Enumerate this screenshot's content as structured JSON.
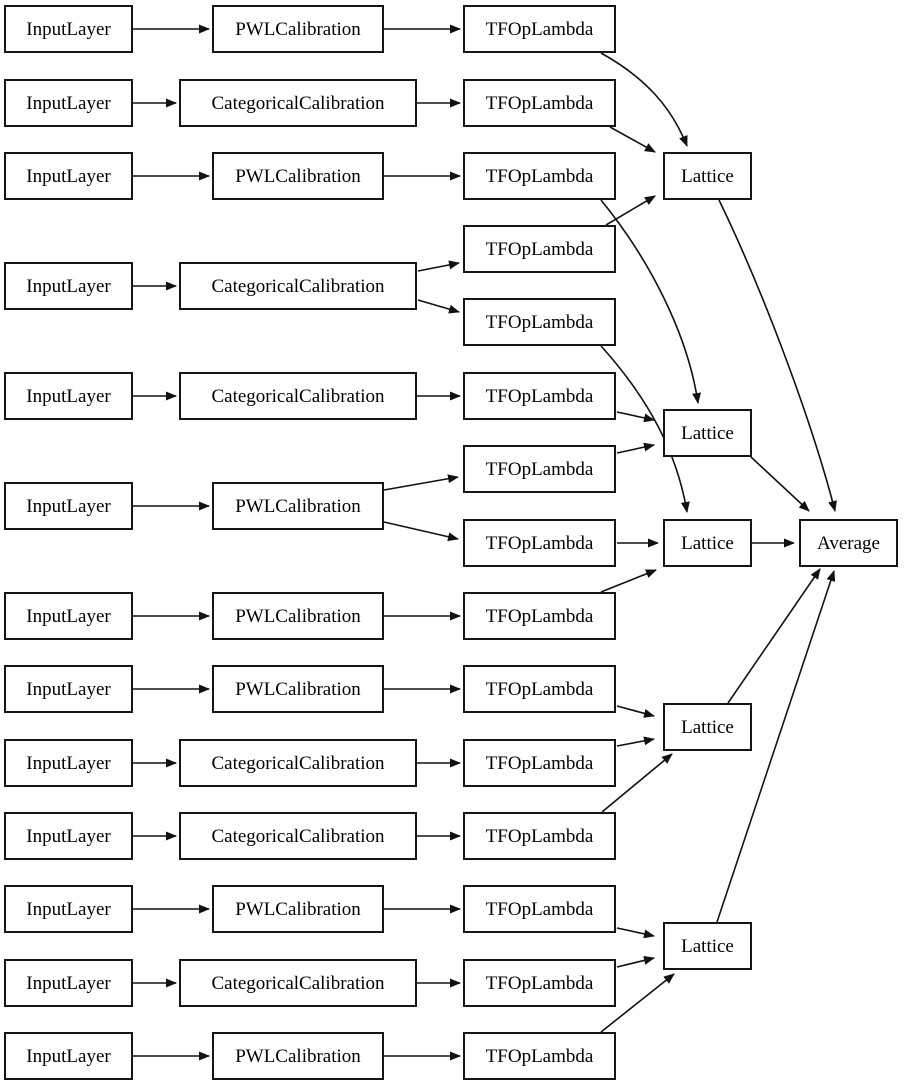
{
  "diagram": {
    "type": "keras-model-graph",
    "colors": {
      "background": "#ffffff",
      "node_fill": "#ffffff",
      "node_border": "#161616",
      "edge": "#111111",
      "text": "#000000"
    },
    "node_types": [
      "InputLayer",
      "PWLCalibration",
      "CategoricalCalibration",
      "TFOpLambda",
      "Lattice",
      "Average"
    ],
    "nodes": [
      {
        "id": "in1",
        "label": "InputLayer"
      },
      {
        "id": "in2",
        "label": "InputLayer"
      },
      {
        "id": "in3",
        "label": "InputLayer"
      },
      {
        "id": "in4",
        "label": "InputLayer"
      },
      {
        "id": "in5",
        "label": "InputLayer"
      },
      {
        "id": "in6",
        "label": "InputLayer"
      },
      {
        "id": "in7",
        "label": "InputLayer"
      },
      {
        "id": "in8",
        "label": "InputLayer"
      },
      {
        "id": "in9",
        "label": "InputLayer"
      },
      {
        "id": "in10",
        "label": "InputLayer"
      },
      {
        "id": "in11",
        "label": "InputLayer"
      },
      {
        "id": "in12",
        "label": "InputLayer"
      },
      {
        "id": "in13",
        "label": "InputLayer"
      },
      {
        "id": "cal1",
        "label": "PWLCalibration"
      },
      {
        "id": "cal2",
        "label": "CategoricalCalibration"
      },
      {
        "id": "cal3",
        "label": "PWLCalibration"
      },
      {
        "id": "cal4",
        "label": "CategoricalCalibration"
      },
      {
        "id": "cal5",
        "label": "CategoricalCalibration"
      },
      {
        "id": "cal6",
        "label": "PWLCalibration"
      },
      {
        "id": "cal7",
        "label": "PWLCalibration"
      },
      {
        "id": "cal8",
        "label": "PWLCalibration"
      },
      {
        "id": "cal9",
        "label": "CategoricalCalibration"
      },
      {
        "id": "cal10",
        "label": "CategoricalCalibration"
      },
      {
        "id": "cal11",
        "label": "PWLCalibration"
      },
      {
        "id": "cal12",
        "label": "CategoricalCalibration"
      },
      {
        "id": "cal13",
        "label": "PWLCalibration"
      },
      {
        "id": "tf1",
        "label": "TFOpLambda"
      },
      {
        "id": "tf2",
        "label": "TFOpLambda"
      },
      {
        "id": "tf3",
        "label": "TFOpLambda"
      },
      {
        "id": "tf4",
        "label": "TFOpLambda"
      },
      {
        "id": "tf5",
        "label": "TFOpLambda"
      },
      {
        "id": "tf6",
        "label": "TFOpLambda"
      },
      {
        "id": "tf7",
        "label": "TFOpLambda"
      },
      {
        "id": "tf8",
        "label": "TFOpLambda"
      },
      {
        "id": "tf9",
        "label": "TFOpLambda"
      },
      {
        "id": "tf10",
        "label": "TFOpLambda"
      },
      {
        "id": "tf11",
        "label": "TFOpLambda"
      },
      {
        "id": "tf12",
        "label": "TFOpLambda"
      },
      {
        "id": "tf13",
        "label": "TFOpLambda"
      },
      {
        "id": "tf14",
        "label": "TFOpLambda"
      },
      {
        "id": "tf15",
        "label": "TFOpLambda"
      },
      {
        "id": "lat1",
        "label": "Lattice"
      },
      {
        "id": "lat2",
        "label": "Lattice"
      },
      {
        "id": "lat3",
        "label": "Lattice"
      },
      {
        "id": "lat4",
        "label": "Lattice"
      },
      {
        "id": "lat5",
        "label": "Lattice"
      },
      {
        "id": "avg",
        "label": "Average"
      }
    ],
    "edges": [
      {
        "from": "in1",
        "to": "cal1"
      },
      {
        "from": "in2",
        "to": "cal2"
      },
      {
        "from": "in3",
        "to": "cal3"
      },
      {
        "from": "in4",
        "to": "cal4"
      },
      {
        "from": "in5",
        "to": "cal5"
      },
      {
        "from": "in6",
        "to": "cal6"
      },
      {
        "from": "in7",
        "to": "cal7"
      },
      {
        "from": "in8",
        "to": "cal8"
      },
      {
        "from": "in9",
        "to": "cal9"
      },
      {
        "from": "in10",
        "to": "cal10"
      },
      {
        "from": "in11",
        "to": "cal11"
      },
      {
        "from": "in12",
        "to": "cal12"
      },
      {
        "from": "in13",
        "to": "cal13"
      },
      {
        "from": "cal1",
        "to": "tf1"
      },
      {
        "from": "cal2",
        "to": "tf2"
      },
      {
        "from": "cal3",
        "to": "tf3"
      },
      {
        "from": "cal4",
        "to": "tf4"
      },
      {
        "from": "cal4",
        "to": "tf5"
      },
      {
        "from": "cal5",
        "to": "tf6"
      },
      {
        "from": "cal6",
        "to": "tf7"
      },
      {
        "from": "cal6",
        "to": "tf8"
      },
      {
        "from": "cal7",
        "to": "tf9"
      },
      {
        "from": "cal8",
        "to": "tf10"
      },
      {
        "from": "cal9",
        "to": "tf11"
      },
      {
        "from": "cal10",
        "to": "tf12"
      },
      {
        "from": "cal11",
        "to": "tf13"
      },
      {
        "from": "cal12",
        "to": "tf14"
      },
      {
        "from": "cal13",
        "to": "tf15"
      },
      {
        "from": "tf1",
        "to": "lat1"
      },
      {
        "from": "tf2",
        "to": "lat1"
      },
      {
        "from": "tf4",
        "to": "lat1"
      },
      {
        "from": "tf3",
        "to": "lat2"
      },
      {
        "from": "tf6",
        "to": "lat2"
      },
      {
        "from": "tf7",
        "to": "lat2"
      },
      {
        "from": "tf5",
        "to": "lat3"
      },
      {
        "from": "tf8",
        "to": "lat3"
      },
      {
        "from": "tf9",
        "to": "lat3"
      },
      {
        "from": "tf10",
        "to": "lat4"
      },
      {
        "from": "tf11",
        "to": "lat4"
      },
      {
        "from": "tf12",
        "to": "lat4"
      },
      {
        "from": "tf13",
        "to": "lat5"
      },
      {
        "from": "tf14",
        "to": "lat5"
      },
      {
        "from": "tf15",
        "to": "lat5"
      },
      {
        "from": "lat1",
        "to": "avg"
      },
      {
        "from": "lat2",
        "to": "avg"
      },
      {
        "from": "lat3",
        "to": "avg"
      },
      {
        "from": "lat4",
        "to": "avg"
      },
      {
        "from": "lat5",
        "to": "avg"
      }
    ]
  }
}
